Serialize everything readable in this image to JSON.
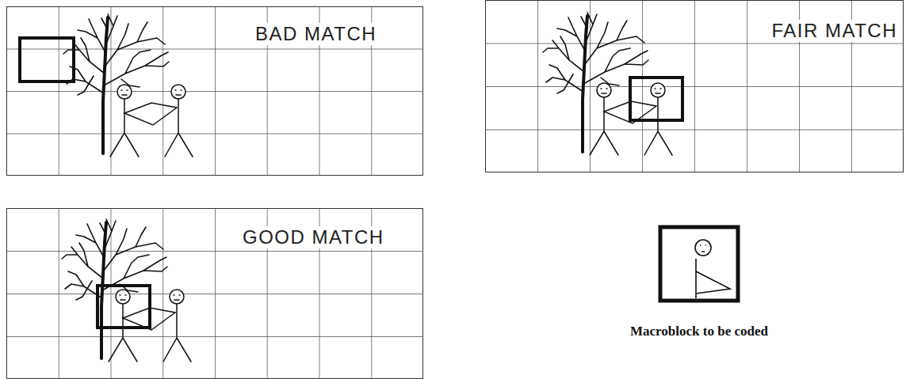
{
  "diagram": {
    "nodes": [
      {
        "text": [
          "BAD MATCH"
        ]
      },
      {
        "text": [
          "FAIR MATCH"
        ]
      },
      {
        "text": [
          "GOOD MATCH"
        ]
      }
    ],
    "labels": [
      "Macroblock to be coded"
    ]
  }
}
